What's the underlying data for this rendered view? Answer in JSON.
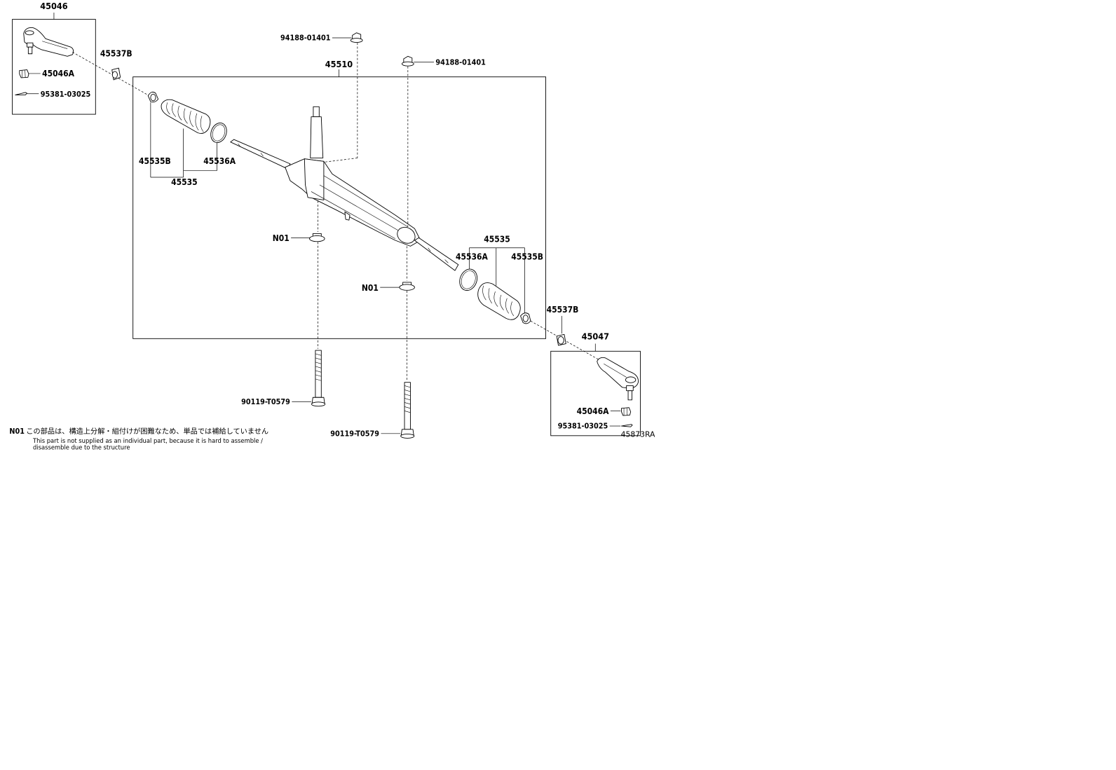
{
  "labels": {
    "p45046": "45046",
    "p45537b_left": "45537B",
    "p45046a_left": "45046A",
    "p95381_left": "95381-03025",
    "p94188_top": "94188-01401",
    "p94188_right": "94188-01401",
    "p45510": "45510",
    "p45535b_left": "45535B",
    "p45536a_left": "45536A",
    "p45535_left": "45535",
    "p45535_right": "45535",
    "p45536a_right": "45536A",
    "p45535b_right": "45535B",
    "n01_left": "N01",
    "n01_right": "N01",
    "p45537b_right": "45537B",
    "p45047": "45047",
    "p45046a_right": "45046A",
    "p95381_right": "95381-03025",
    "p90119_left": "90119-T0579",
    "p90119_right": "90119-T0579",
    "diagram_id": "45873RA"
  },
  "notes": {
    "n01_code": "N01",
    "n01_japanese": "この部品は、構造上分解・組付けが困難なため、単品では補給していません",
    "n01_english_line1": "This part is not supplied as an individual part, because it is hard to assemble /",
    "n01_english_line2": "disassemble due to the structure"
  }
}
